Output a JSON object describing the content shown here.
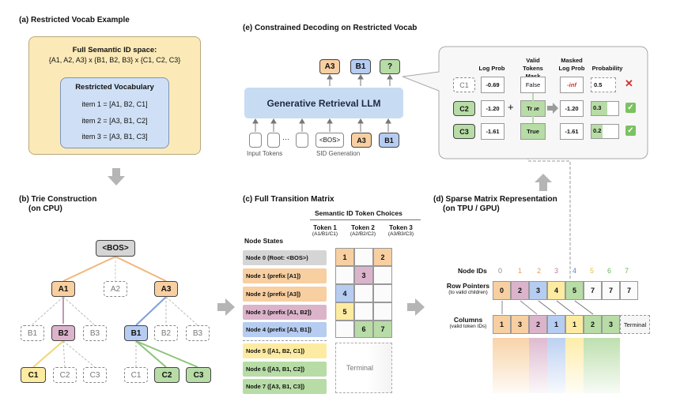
{
  "panel_a": {
    "title": "(a) Restricted Vocab Example",
    "full_space_title": "Full Semantic ID space:",
    "full_space_expr": "{A1, A2, A3} x {B1, B2, B3} x {C1, C2, C3}",
    "restricted_title": "Restricted Vocabulary",
    "items": [
      "item 1 = [A1, B2, C1]",
      "item 2 = [A3, B1, C2]",
      "item 3 = [A3, B1, C3]"
    ]
  },
  "panel_b": {
    "title_line1": "(b) Trie Construction",
    "title_line2": "(on CPU)",
    "root": "<BOS>",
    "level1": [
      "A1",
      "A2",
      "A3"
    ],
    "level2": [
      "B1",
      "B2",
      "B3",
      "B1",
      "B2",
      "B3"
    ],
    "level3": [
      "C1",
      "C2",
      "C3",
      "C1",
      "C2",
      "C3"
    ]
  },
  "panel_c": {
    "title": "(c) Full Transition Matrix",
    "choices_title": "Semantic ID Token Choices",
    "tokens": [
      {
        "name": "Token 1",
        "sub": "(A1/B1/C1)"
      },
      {
        "name": "Token 2",
        "sub": "(A2/B2/C2)"
      },
      {
        "name": "Token 3",
        "sub": "(A3/B3/C3)"
      }
    ],
    "node_states_label": "Node States",
    "nodes": [
      "Node 0 (Root: <BOS>)",
      "Node 1 (prefix [A1])",
      "Node 2 (prefix [A3])",
      "Node 3 (prefix [A1, B2])",
      "Node 4 (prefix [A3, B1])",
      "Node 5 ([A1, B2, C1])",
      "Node 6 ([A3, B1, C2])",
      "Node 7 ([A3, B1, C3])"
    ],
    "matrix": [
      [
        "1",
        "",
        "2"
      ],
      [
        "",
        "3",
        ""
      ],
      [
        "4",
        "",
        ""
      ],
      [
        "5",
        "",
        ""
      ],
      [
        "",
        "6",
        "7"
      ]
    ],
    "terminal_label": "Terminal"
  },
  "panel_d": {
    "title_line1": "(d) Sparse Matrix Representation",
    "title_line2": "(on TPU / GPU)",
    "node_ids_label": "Node IDs",
    "node_ids": [
      "0",
      "1",
      "2",
      "3",
      "4",
      "5",
      "6",
      "7"
    ],
    "row_pointers_label": "Row Pointers",
    "row_pointers_sub": "(to valid children)",
    "row_pointers": [
      "0",
      "2",
      "3",
      "4",
      "5",
      "7",
      "7",
      "7"
    ],
    "columns_label": "Columns",
    "columns_sub": "(valid token IDs)",
    "columns": [
      "1",
      "3",
      "2",
      "1",
      "1",
      "2",
      "3"
    ],
    "terminal_label": "Terminal"
  },
  "panel_e": {
    "title": "(e) Constrained Decoding on Restricted Vocab",
    "llm_label": "Generative Retrieval LLM",
    "outputs": [
      "A3",
      "B1",
      "?"
    ],
    "ellipsis": "···",
    "input_seq": [
      "<BOS>",
      "A3",
      "B1"
    ],
    "input_tokens_label": "Input Tokens",
    "sid_generation_label": "SID Generation",
    "table_headers": [
      "Log Prob",
      "Valid\nTokens Mask",
      "Masked\nLog Prob",
      "Probability"
    ],
    "rows": [
      {
        "cand": "C1",
        "logprob": "-0.69",
        "mask": "False",
        "masked": "-inf",
        "prob": "0.5",
        "mark": "✕"
      },
      {
        "cand": "C2",
        "logprob": "-1.20",
        "mask": "True",
        "masked": "-1.20",
        "prob": "0.3",
        "mark": "✓"
      },
      {
        "cand": "C3",
        "logprob": "-1.61",
        "mask": "True",
        "masked": "-1.61",
        "prob": "0.2",
        "mark": "✓"
      }
    ],
    "plus": "+"
  },
  "colors": {
    "orange": "#f7cfa1",
    "blue": "#b6ccf1",
    "green": "#b7dca6",
    "pink": "#dbb4cb",
    "yellow": "#fdeba1",
    "red": "#d32f2f"
  }
}
